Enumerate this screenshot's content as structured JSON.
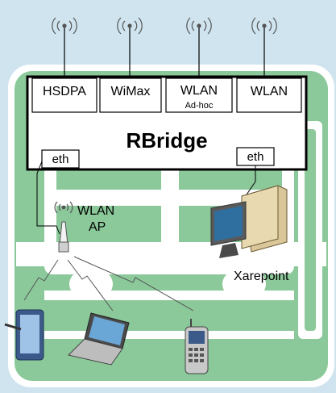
{
  "rbridge": {
    "title": "RBridge",
    "modules": [
      {
        "label": "HSDPA",
        "sublabel": ""
      },
      {
        "label": "WiMax",
        "sublabel": ""
      },
      {
        "label": "WLAN",
        "sublabel": "Ad-hoc"
      },
      {
        "label": "WLAN",
        "sublabel": ""
      }
    ],
    "eth_left": "eth",
    "eth_right": "eth"
  },
  "wlan_ap": {
    "line1": "WLAN",
    "line2": "AP"
  },
  "xarepoint": {
    "label": "Xarepoint"
  },
  "colors": {
    "background": "#cfe4ef",
    "vehicle_green": "#8cc99a",
    "vehicle_outline": "#ffffff",
    "box_border": "#000000",
    "device_blue": "#3b5a8a",
    "monitor_screen": "#2f6f9f",
    "tower_beige": "#d9c79a"
  },
  "icons": [
    "antenna-icon",
    "wifi-ap-icon",
    "computer-icon",
    "tablet-icon",
    "laptop-icon",
    "phone-icon",
    "wireless-link-icon"
  ]
}
